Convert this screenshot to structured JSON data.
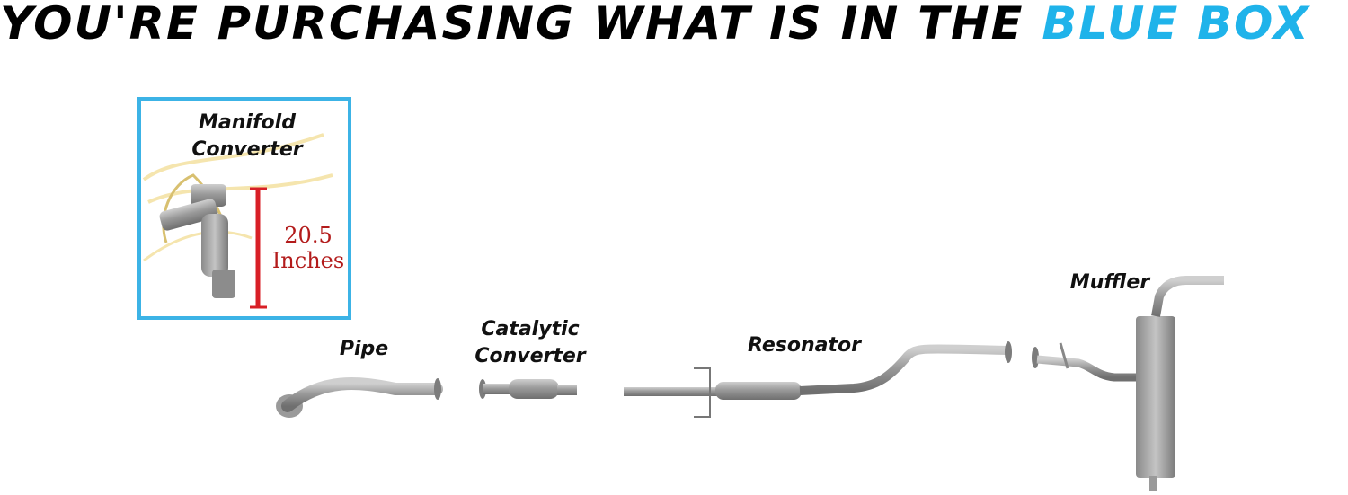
{
  "headline": {
    "prefix": "YOU'RE PURCHASING WHAT IS IN THE ",
    "highlight": "BLUE BOX"
  },
  "blue_box": {
    "title_line1": "Manifold",
    "title_line2": "Converter",
    "measurement_value": "20.5",
    "measurement_unit": "Inches"
  },
  "parts": {
    "pipe": "Pipe",
    "catalytic_line1": "Catalytic",
    "catalytic_line2": "Converter",
    "resonator": "Resonator",
    "muffler": "Muffler"
  },
  "colors": {
    "accent_blue": "#1fb3ea",
    "box_border": "#3cb3e6",
    "measure_red": "#b31b1b"
  }
}
